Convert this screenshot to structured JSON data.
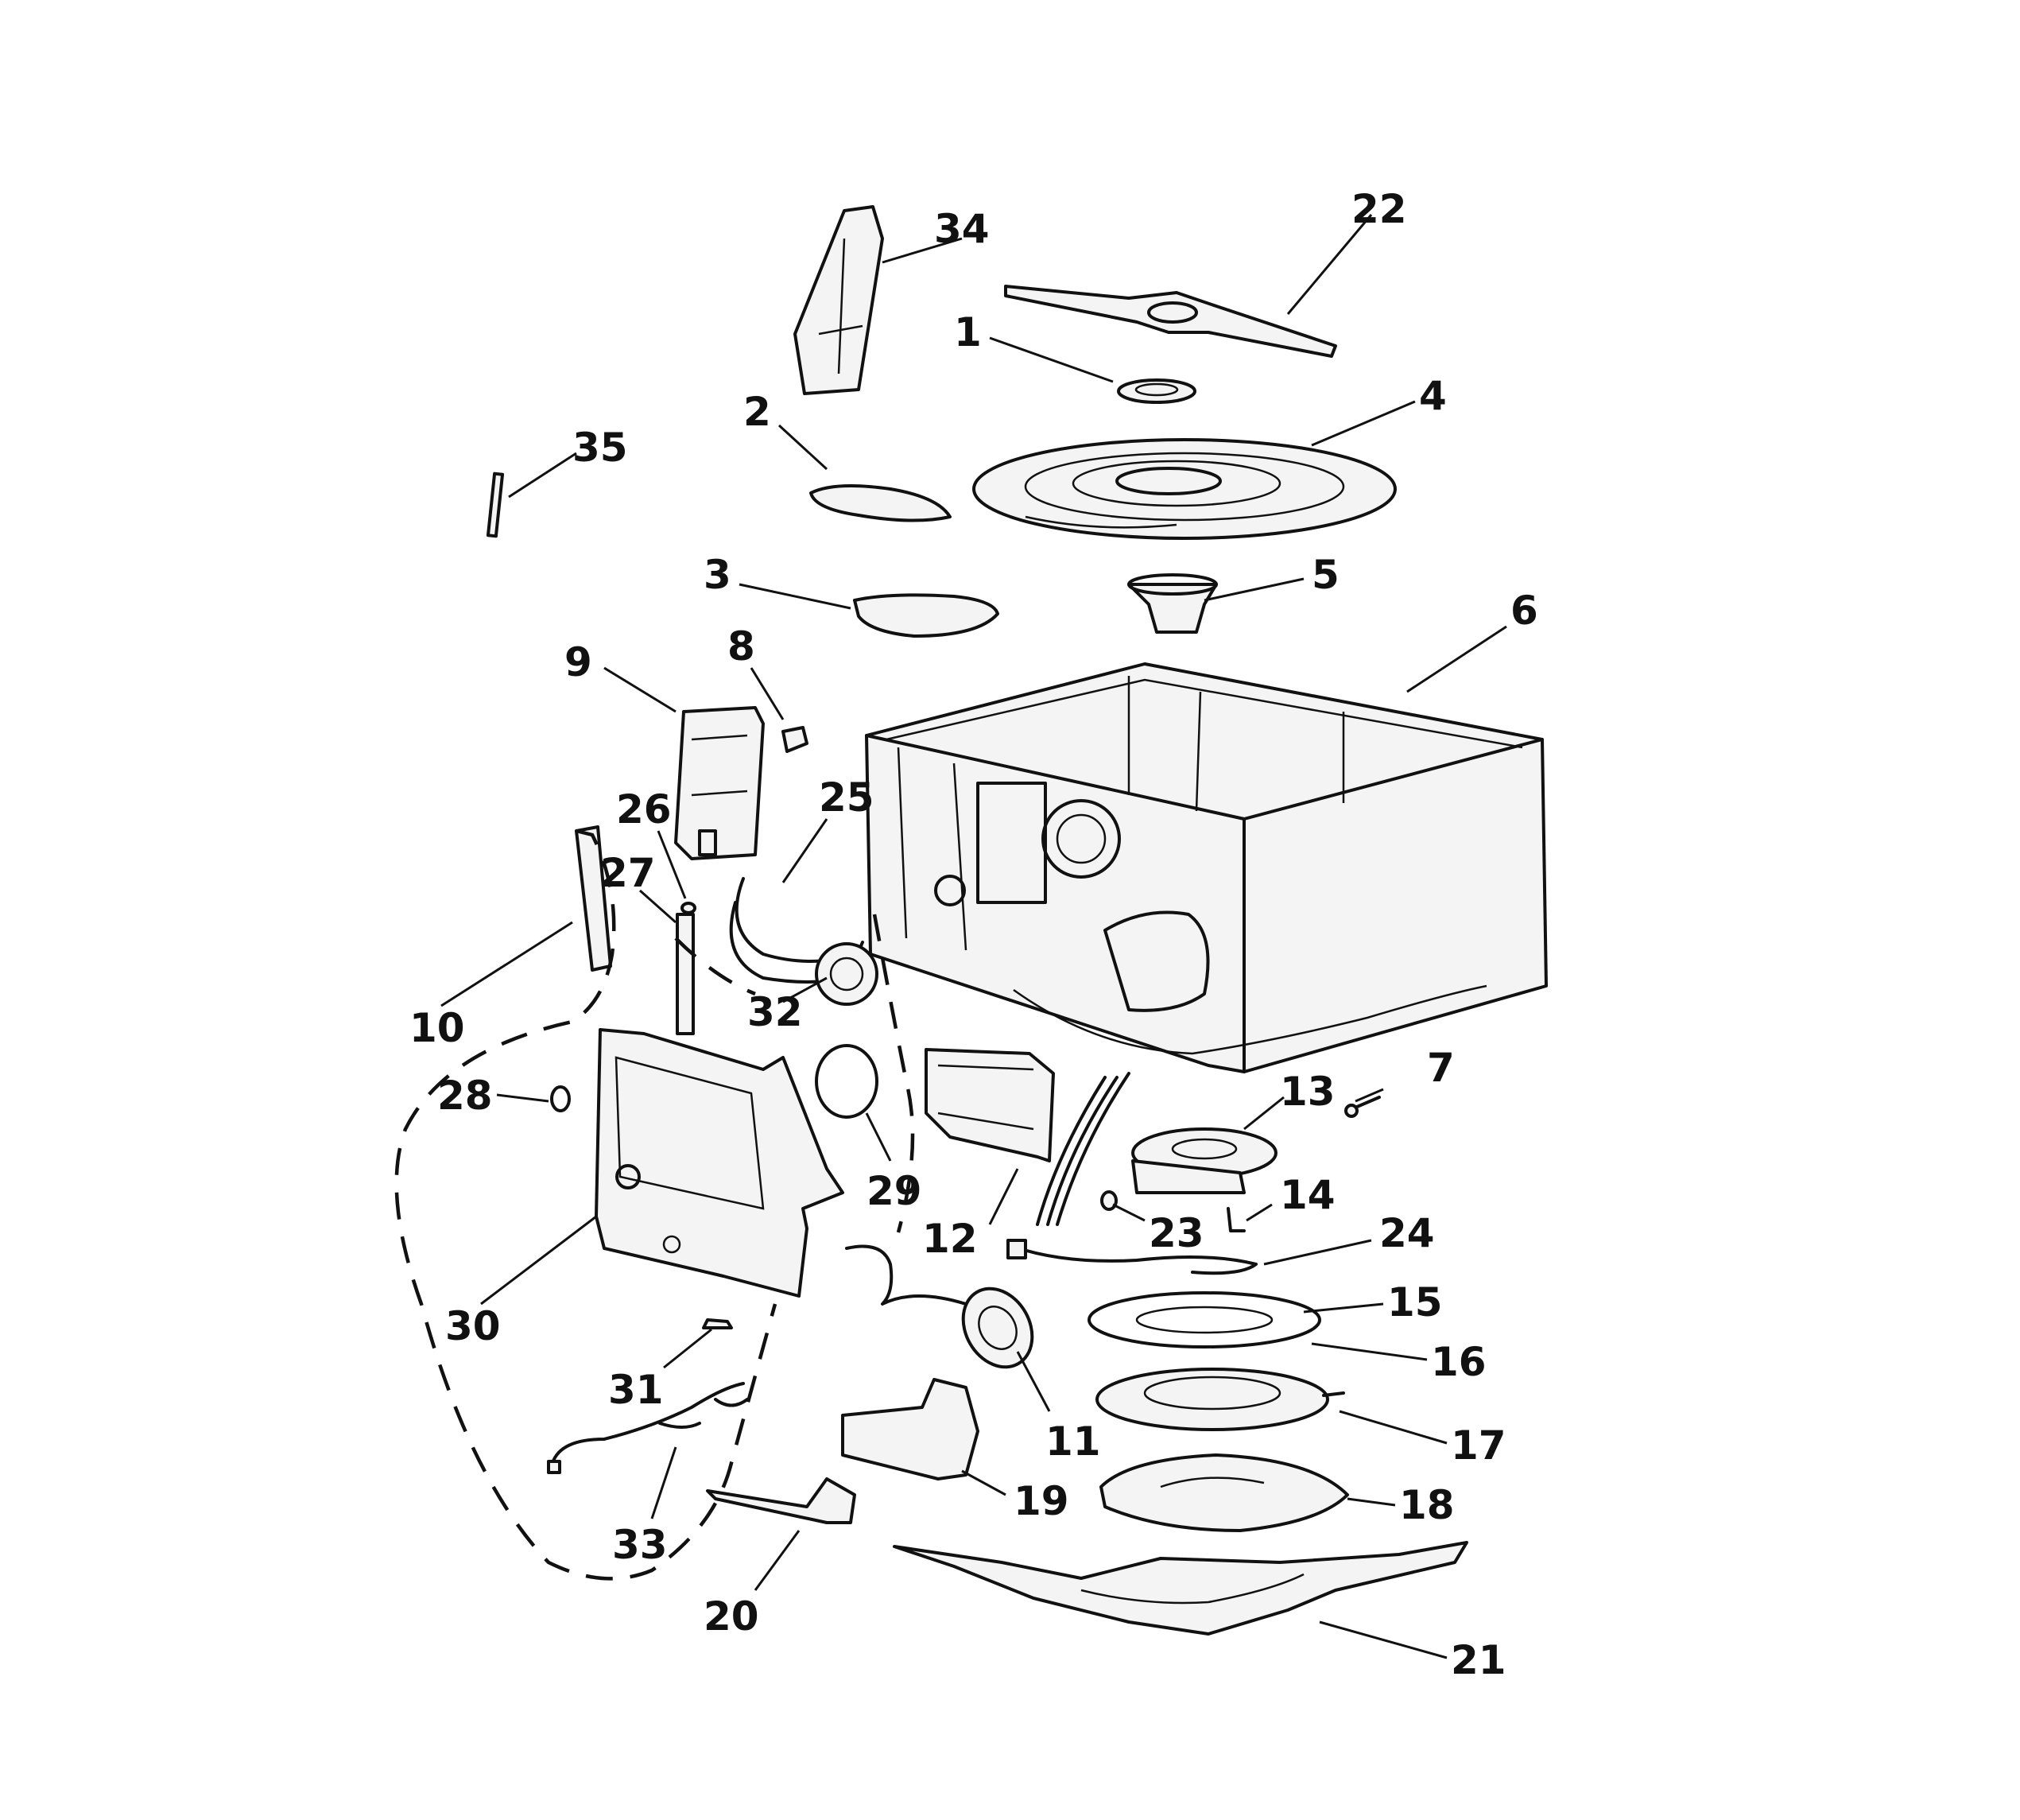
{
  "callouts": [
    "1",
    "2",
    "3",
    "4",
    "5",
    "6",
    "7",
    "8",
    "9",
    "10",
    "11",
    "12",
    "13",
    "14",
    "15",
    "16",
    "17",
    "18",
    "19",
    "20",
    "21",
    "22",
    "23",
    "24",
    "25",
    "26",
    "27",
    "28",
    "29",
    "30",
    "31",
    "32",
    "33",
    "34",
    "35"
  ]
}
